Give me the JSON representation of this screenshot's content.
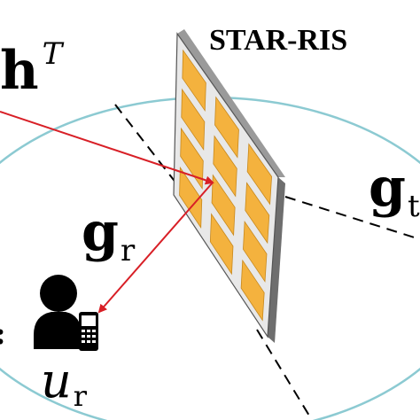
{
  "title": "STAR-RIS",
  "channels": {
    "incident": {
      "main": "h",
      "sup": "T"
    },
    "reflect": {
      "main": "g",
      "sub": "r"
    },
    "transmit": {
      "main": "g",
      "sub": "t"
    }
  },
  "user": {
    "main": "u",
    "sub": "r"
  },
  "edge_fragment": ":",
  "colors": {
    "arrow": "#d81f26",
    "element": "#f4b23e",
    "element_stroke": "#c8891d",
    "panel": "#e8e8e8",
    "panel_edge": "#6e6e6e",
    "ellipse": "#8ccad2",
    "user": "#000000"
  },
  "icons": {
    "user": "person-with-phone-icon",
    "ris": "ris-panel-icon"
  }
}
